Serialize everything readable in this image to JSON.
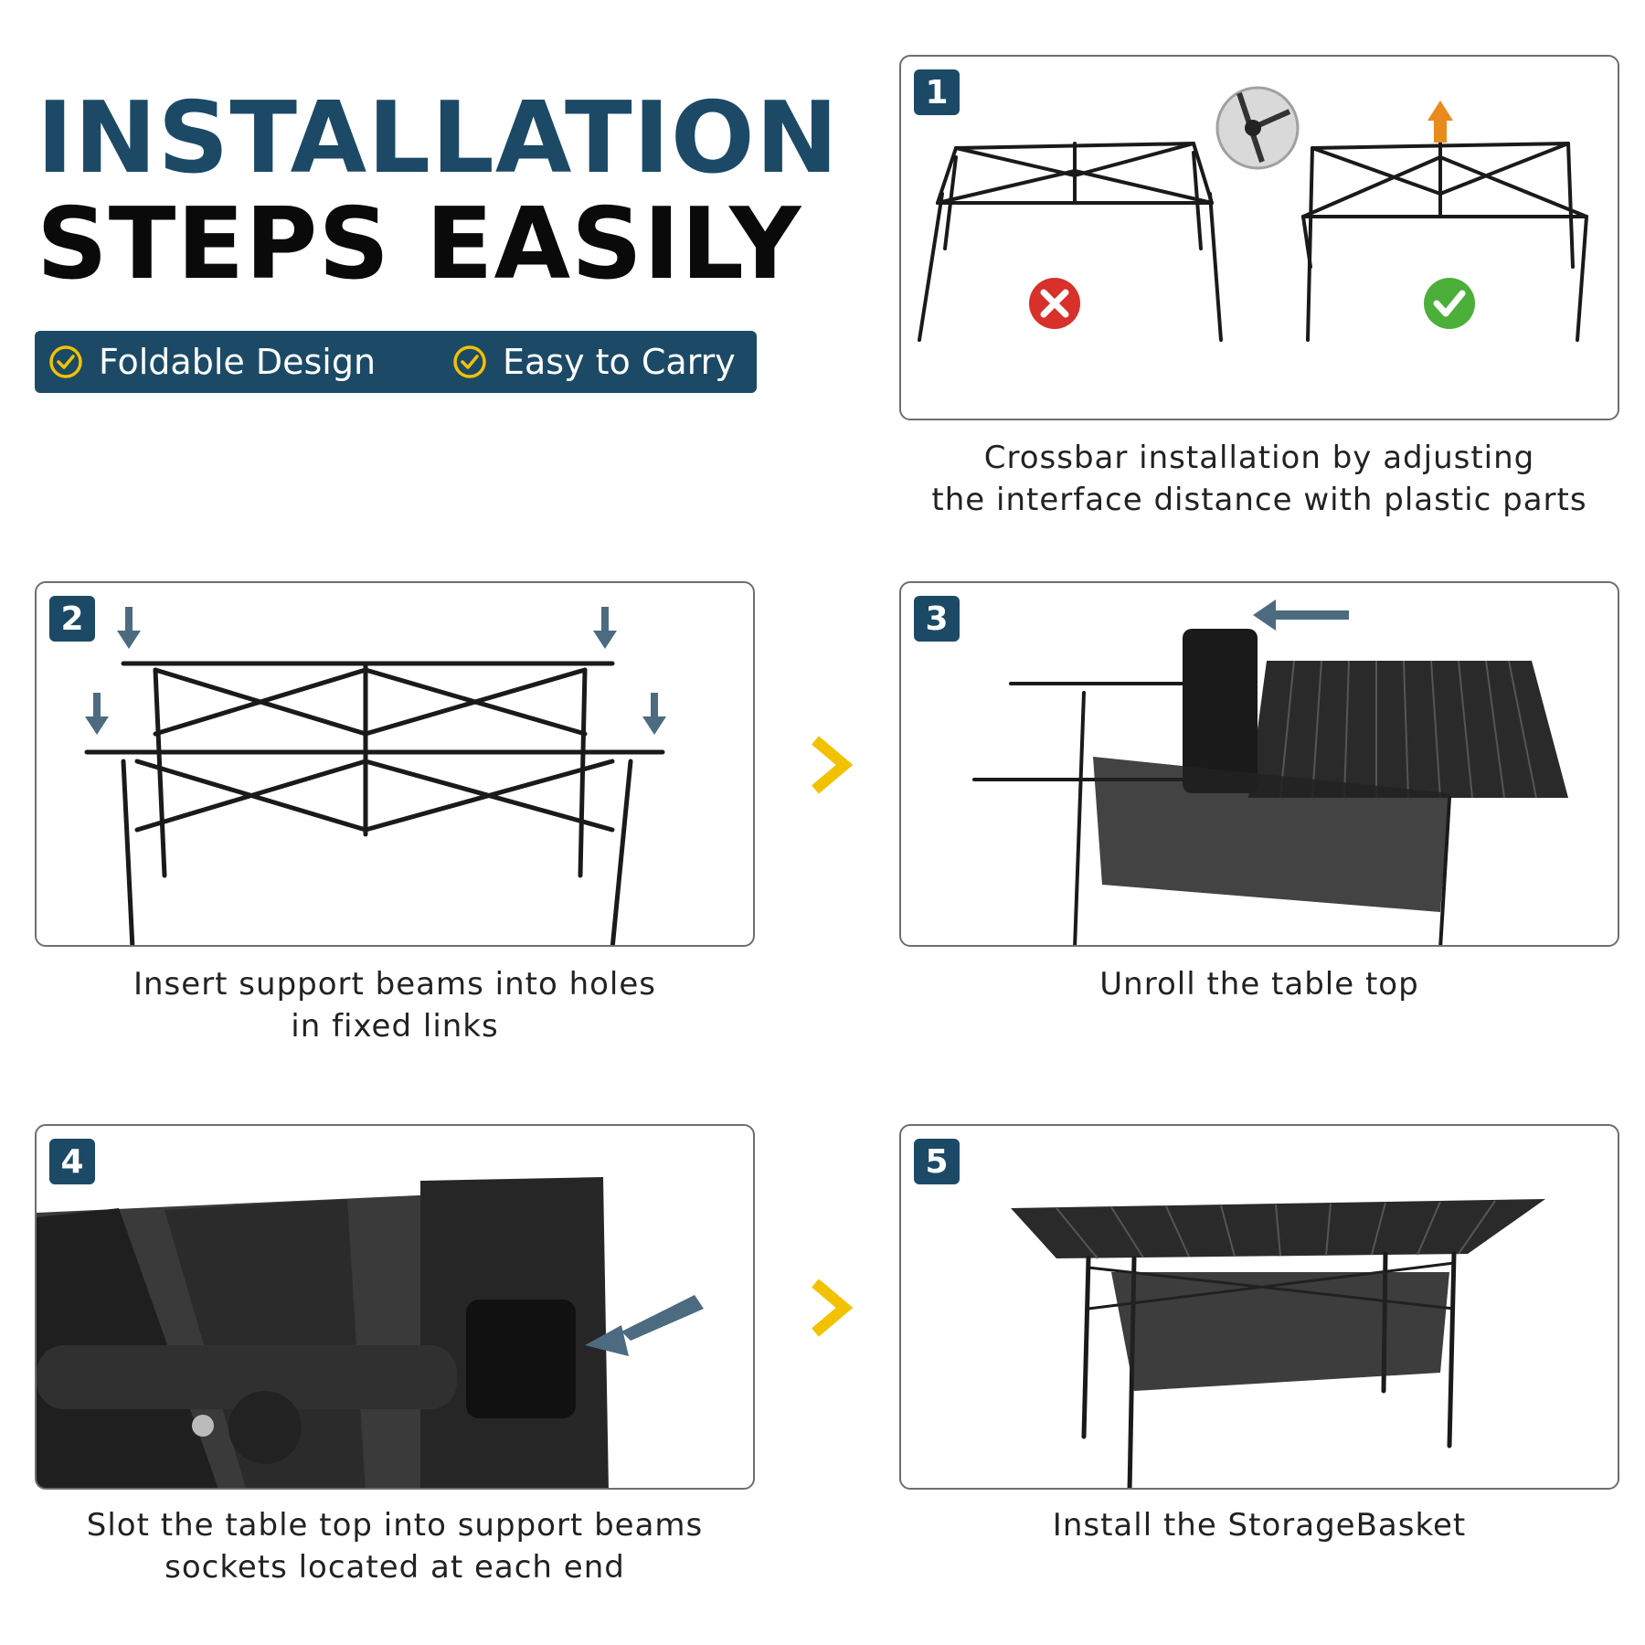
{
  "header": {
    "title_line1": "INSTALLATION",
    "title_line2": "STEPS EASILY"
  },
  "features": [
    {
      "label": "Foldable Design",
      "icon": "check-circle-icon"
    },
    {
      "label": "Easy to Carry",
      "icon": "check-circle-icon"
    }
  ],
  "steps": [
    {
      "number": "1",
      "caption": [
        "Crossbar installation by adjusting",
        "the interface distance with plastic parts"
      ]
    },
    {
      "number": "2",
      "caption": [
        "Insert support beams into holes",
        "in fixed links"
      ]
    },
    {
      "number": "3",
      "caption": [
        "Unroll the table top"
      ]
    },
    {
      "number": "4",
      "caption": [
        "Slot the table top into support beams",
        "sockets located at each end"
      ]
    },
    {
      "number": "5",
      "caption": [
        "Install the StorageBasket"
      ]
    }
  ],
  "colors": {
    "brand_navy": "#1c4a66",
    "accent_yellow": "#f2c200",
    "arrow_steel": "#4d6b80",
    "wrong_red": "#d8302a",
    "right_green": "#4caf3a",
    "up_arrow_orange": "#e88b1c"
  }
}
